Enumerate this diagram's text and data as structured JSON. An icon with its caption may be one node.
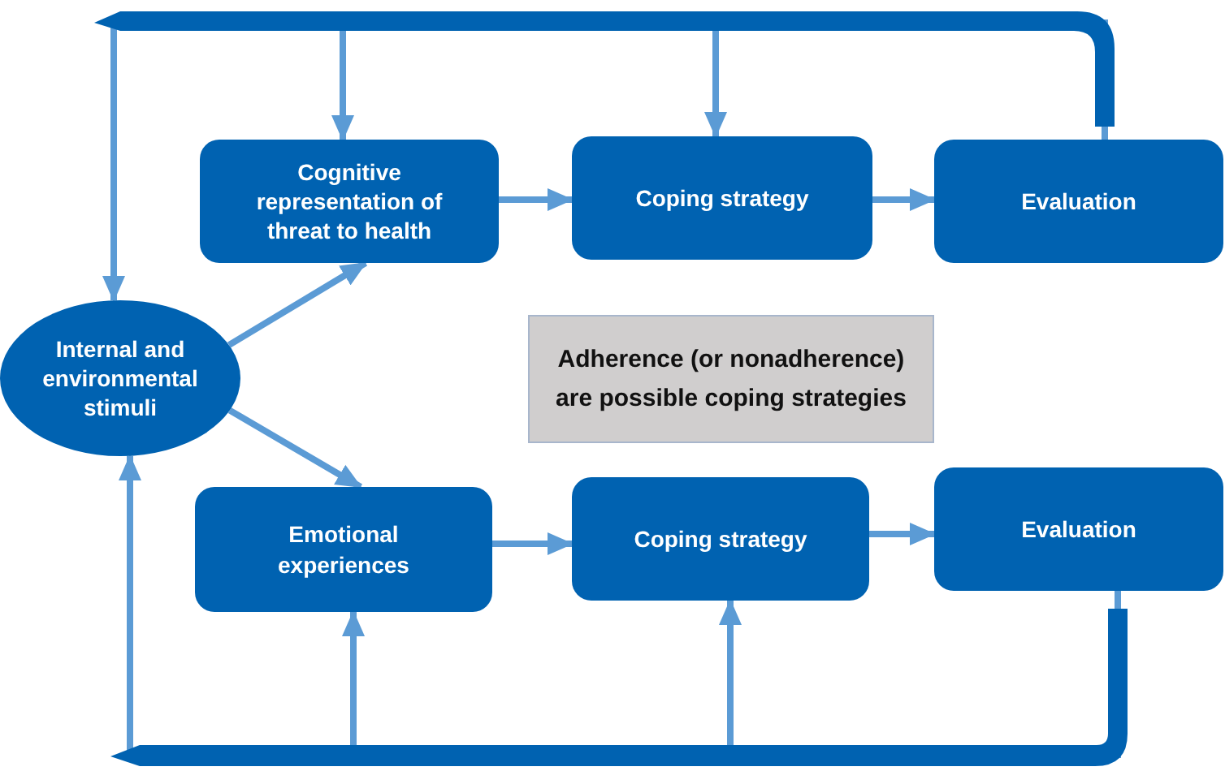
{
  "diagram": {
    "nodes": [
      {
        "text": [
          "Internal and environmental stimuli"
        ]
      },
      {
        "text": [
          "Cognitive representation of threat to health"
        ]
      },
      {
        "text": [
          "Coping strategy"
        ]
      },
      {
        "text": [
          "Evaluation"
        ]
      },
      {
        "text": [
          "Emotional experiences"
        ]
      },
      {
        "text": [
          "Coping strategy"
        ]
      },
      {
        "text": [
          "Evaluation"
        ]
      },
      {
        "text": [
          "Adherence (or nonadherence) are possible coping strategies"
        ]
      }
    ],
    "edges": [
      {
        "from": 0,
        "to": 1,
        "arrow": "to"
      },
      {
        "from": 0,
        "to": 4,
        "arrow": "to"
      },
      {
        "from": 1,
        "to": 2,
        "arrow": "to"
      },
      {
        "from": 2,
        "to": 3,
        "arrow": "to"
      },
      {
        "from": 4,
        "to": 5,
        "arrow": "to"
      },
      {
        "from": 5,
        "to": 6,
        "arrow": "to"
      },
      {
        "from": 3,
        "to": 0,
        "arrow": "to"
      },
      {
        "from": 3,
        "to": 1,
        "arrow": "to"
      },
      {
        "from": 3,
        "to": 2,
        "arrow": "to"
      },
      {
        "from": 6,
        "to": 0,
        "arrow": "to"
      },
      {
        "from": 6,
        "to": 4,
        "arrow": "to"
      },
      {
        "from": 6,
        "to": 5,
        "arrow": "to"
      }
    ]
  }
}
